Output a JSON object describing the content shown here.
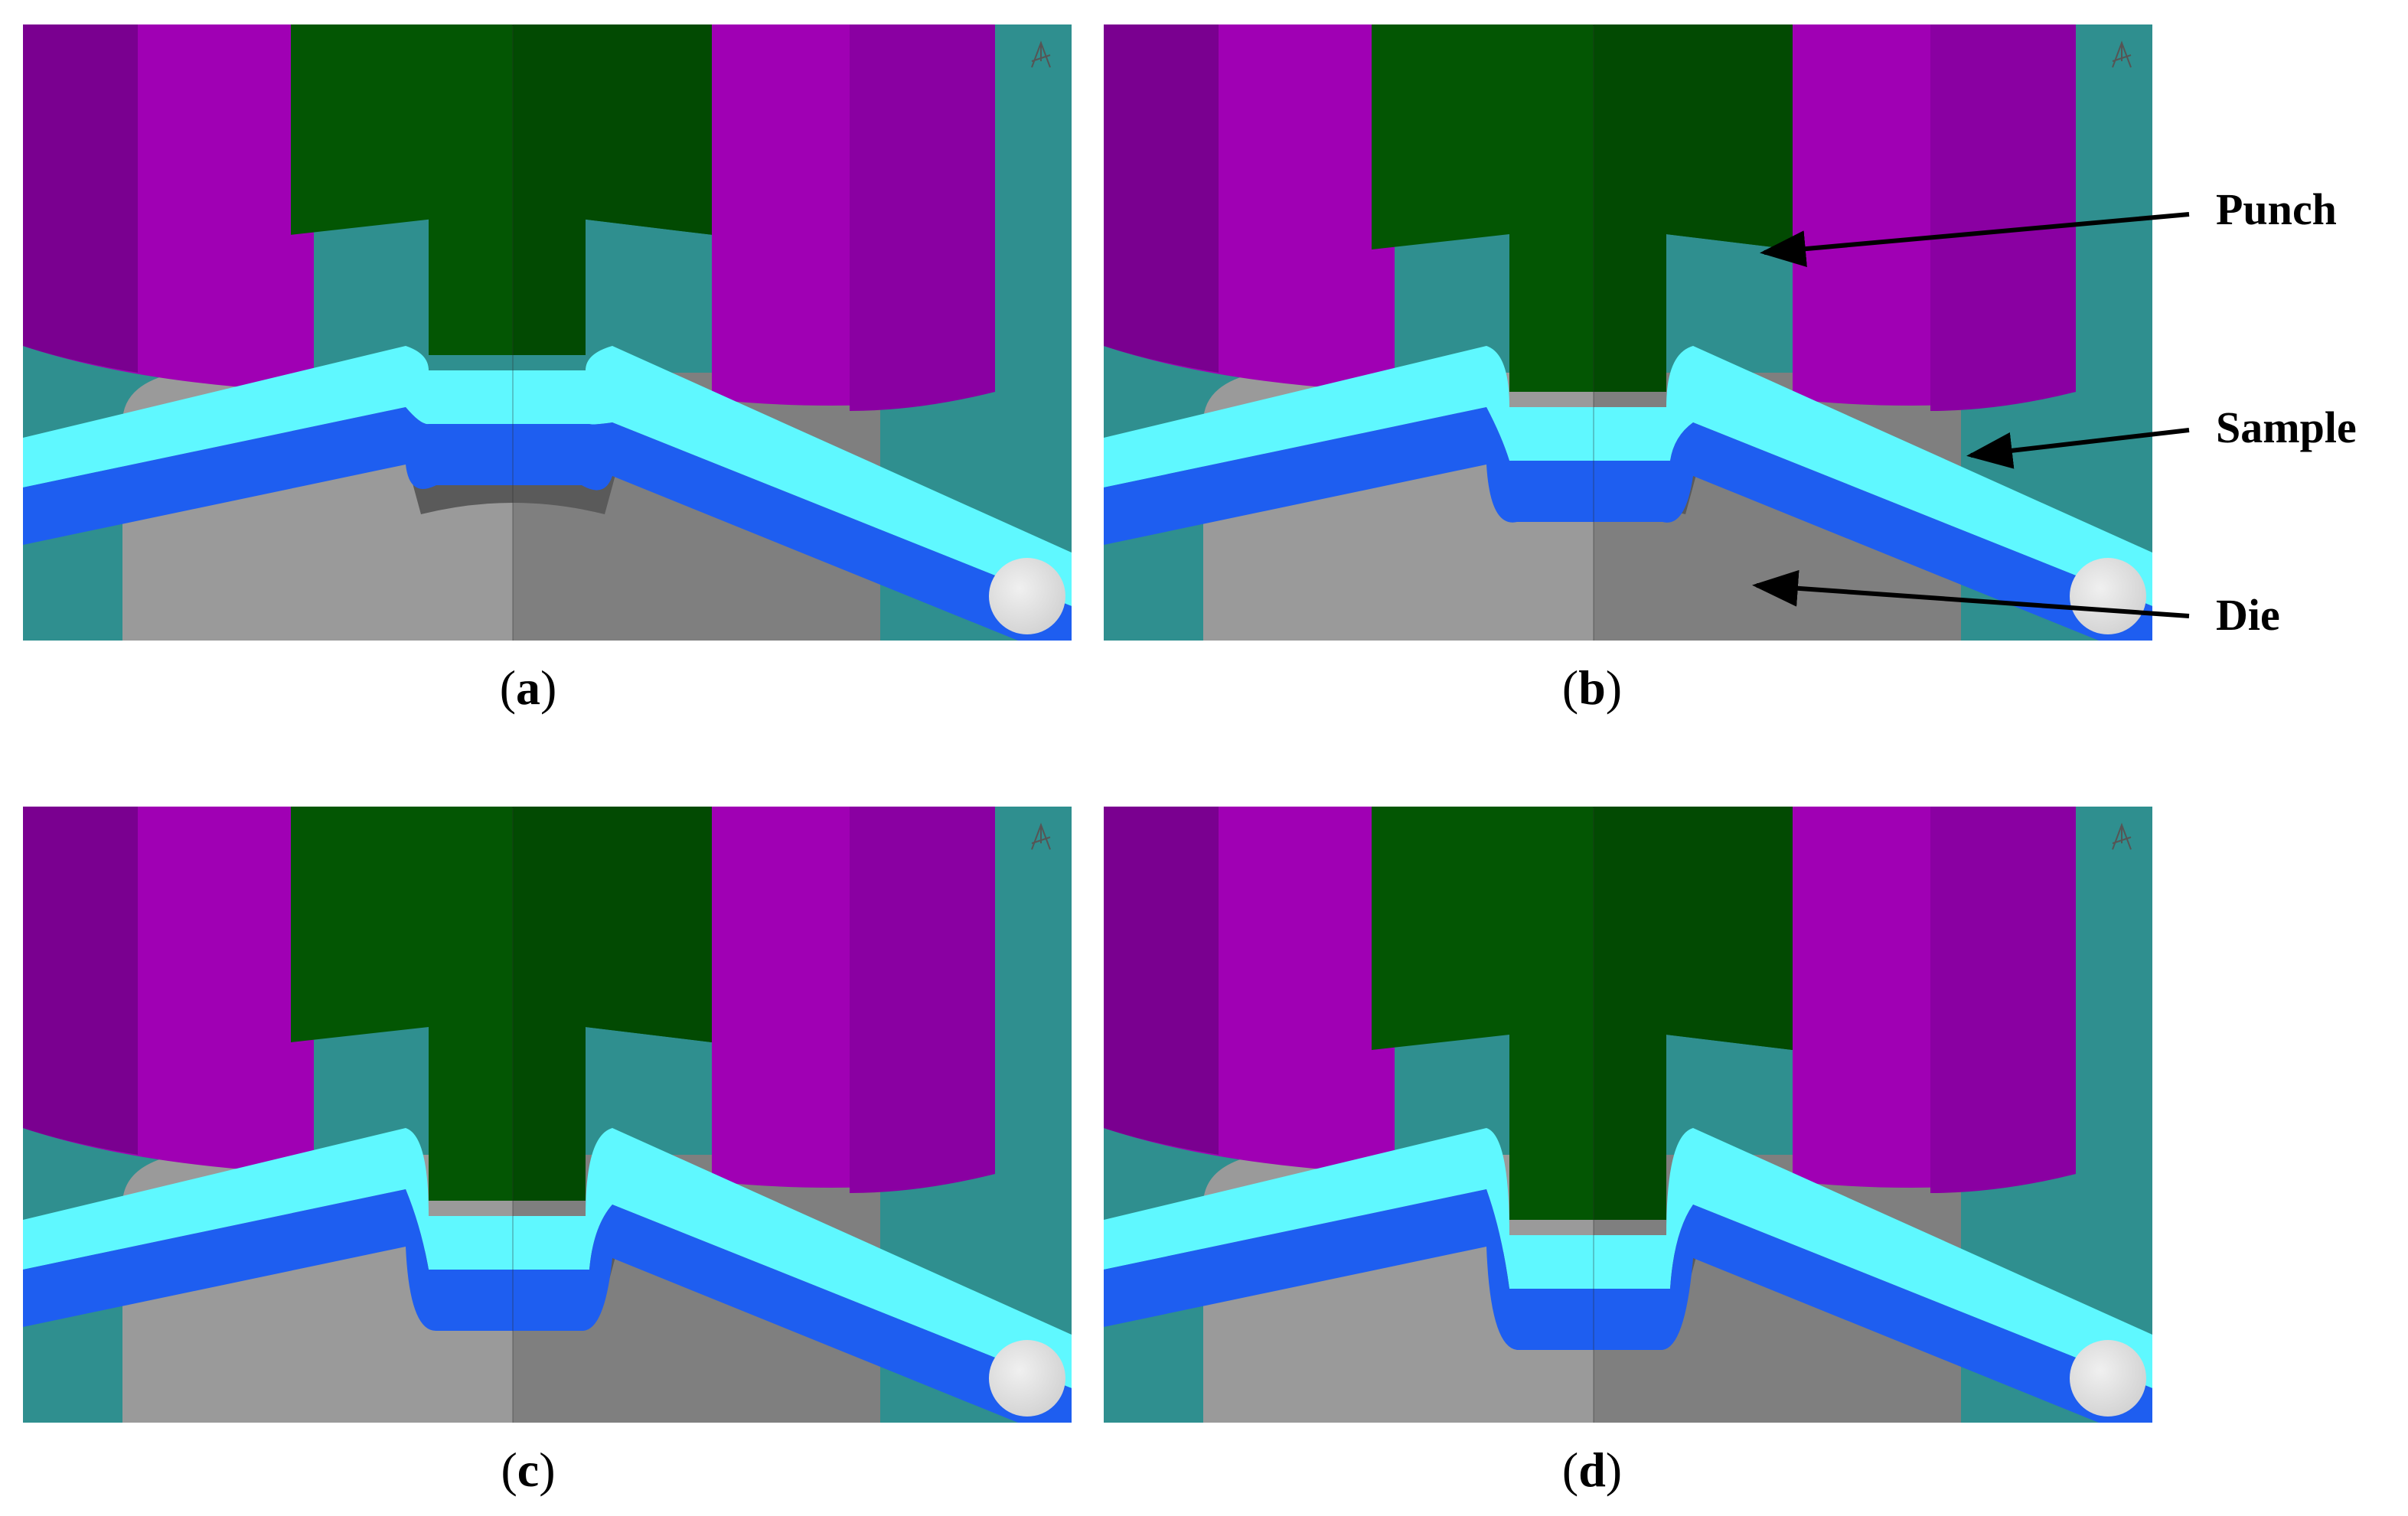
{
  "panels": [
    {
      "id": "a",
      "caption_letter": "a",
      "stage": 1
    },
    {
      "id": "b",
      "caption_letter": "b",
      "stage": 2
    },
    {
      "id": "c",
      "caption_letter": "c",
      "stage": 3
    },
    {
      "id": "d",
      "caption_letter": "d",
      "stage": 4
    }
  ],
  "caption_open": "(",
  "caption_close": ")",
  "labels": {
    "punch": "Punch",
    "sample": "Sample",
    "die": "Die"
  },
  "colors": {
    "background": "#2f8f8f",
    "holder": "#a000b4",
    "punch": "#035603",
    "sample_top": "#5ff8ff",
    "sample_bottom": "#1e5ef0",
    "die": "#9a9a9a"
  }
}
